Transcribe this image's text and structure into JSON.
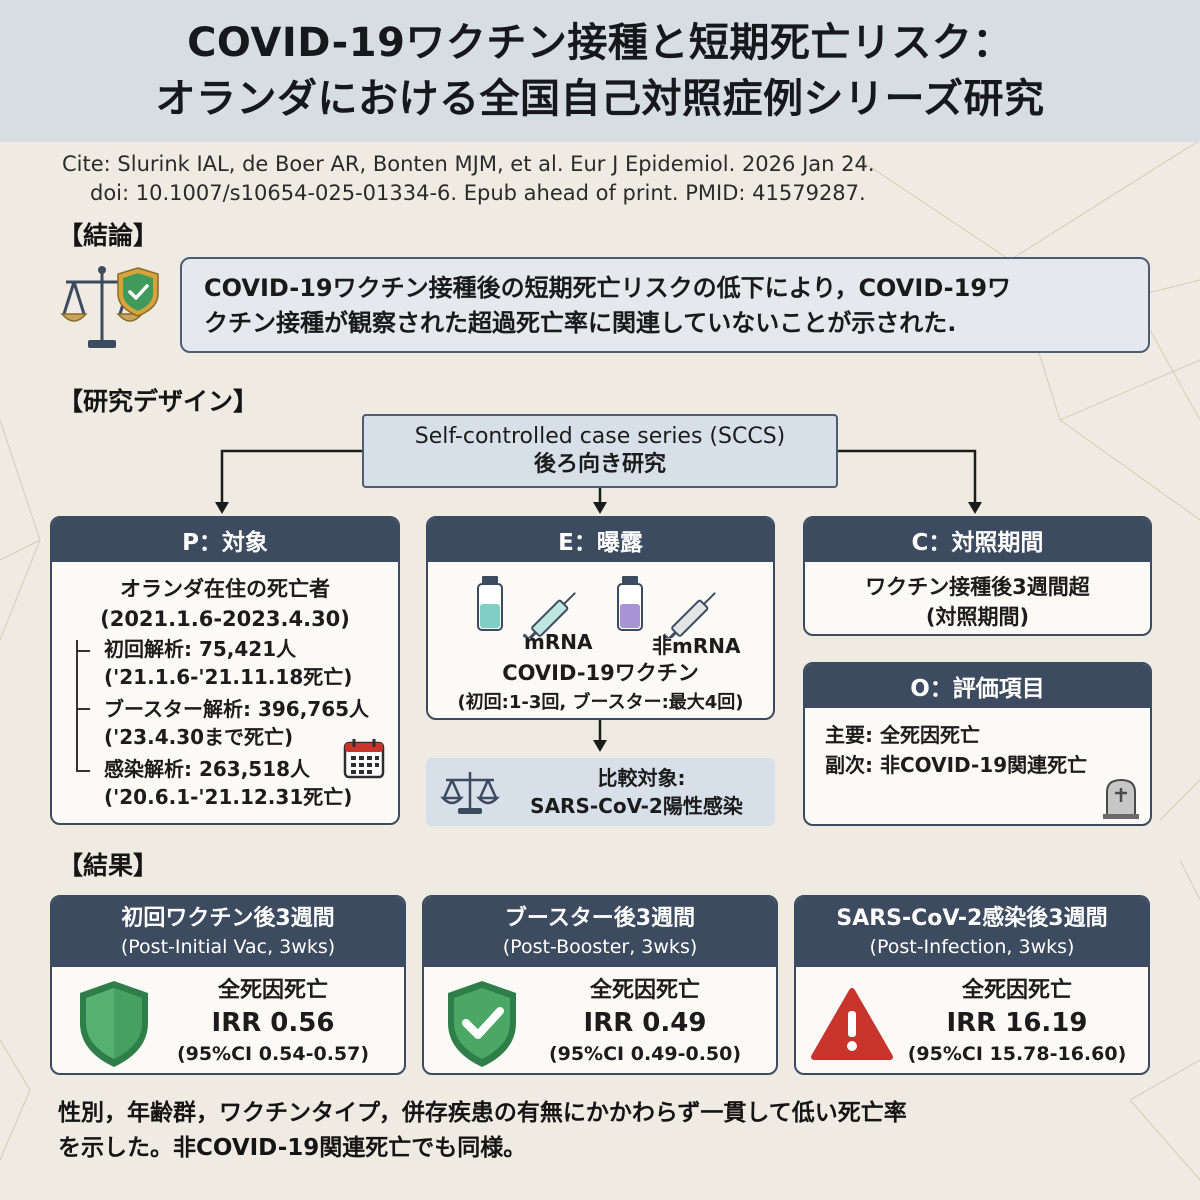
{
  "title": {
    "line1": "COVID-19ワクチン接種と短期死亡リスク：",
    "line2": "オランダにおける全国自己対照症例シリーズ研究"
  },
  "citation": {
    "line1": "Cite: Slurink IAL, de Boer AR, Bonten MJM, et al. Eur J Epidemiol. 2026 Jan 24.",
    "line2": "doi: 10.1007/s10654-025-01334-6. Epub ahead of print. PMID: 41579287."
  },
  "conclusion": {
    "heading": "【結論】",
    "line1": "COVID-19ワクチン接種後の短期死亡リスクの低下により，COVID-19ワ",
    "line2": "クチン接種が観察された超過死亡率に関連していないことが示された."
  },
  "design": {
    "heading": "【研究デザイン】",
    "sccs_title": "Self-controlled case series (SCCS)",
    "sccs_sub": "後ろ向き研究",
    "population": {
      "header": "P：対象",
      "line1": "オランダ在住の死亡者",
      "line2": "(2021.1.6-2023.4.30)",
      "items": [
        {
          "label": "初回解析: 75,421人",
          "range": "('21.1.6-'21.11.18死亡)"
        },
        {
          "label": "ブースター解析: 396,765人",
          "range": "('23.4.30まで死亡)"
        },
        {
          "label": "感染解析: 263,518人",
          "range": "('20.6.1-'21.12.31死亡)"
        }
      ]
    },
    "exposure": {
      "header": "E：曝露",
      "mrna": "mRNA",
      "non_mrna": "非mRNA",
      "vaccine": "COVID-19ワクチン",
      "detail": "(初回:1-3回, ブースター:最大4回)",
      "compare_title": "比較対象:",
      "compare_value": "SARS-CoV-2陽性感染"
    },
    "control": {
      "header": "C：対照期間",
      "line1": "ワクチン接種後3週間超",
      "line2": "(対照期間)"
    },
    "outcome": {
      "header": "O：評価項目",
      "primary": "主要: 全死因死亡",
      "secondary": "副次: 非COVID-19関連死亡"
    }
  },
  "results": {
    "heading": "【結果】",
    "cards": [
      {
        "title": "初回ワクチン後3週間",
        "subtitle": "(Post-Initial Vac, 3wks)",
        "metric": "全死因死亡",
        "irr": "IRR 0.56",
        "ci": "(95%CI 0.54-0.57)",
        "icon": "shield-icon",
        "color": "#3f9a5c"
      },
      {
        "title": "ブースター後3週間",
        "subtitle": "(Post-Booster, 3wks)",
        "metric": "全死因死亡",
        "irr": "IRR 0.49",
        "ci": "(95%CI 0.49-0.50)",
        "icon": "shield-check-icon",
        "color": "#3f9a5c"
      },
      {
        "title": "SARS-CoV-2感染後3週間",
        "subtitle": "(Post-Infection, 3wks)",
        "metric": "全死因死亡",
        "irr": "IRR 16.19",
        "ci": "(95%CI 15.78-16.60)",
        "icon": "warning-icon",
        "color": "#c8332b"
      }
    ],
    "note_line1": "性別，年齢群，ワクチンタイプ，併存疾患の有無にかかわらず一貫して低い死亡率",
    "note_line2": "を示した。非COVID-19関連死亡でも同様。"
  }
}
